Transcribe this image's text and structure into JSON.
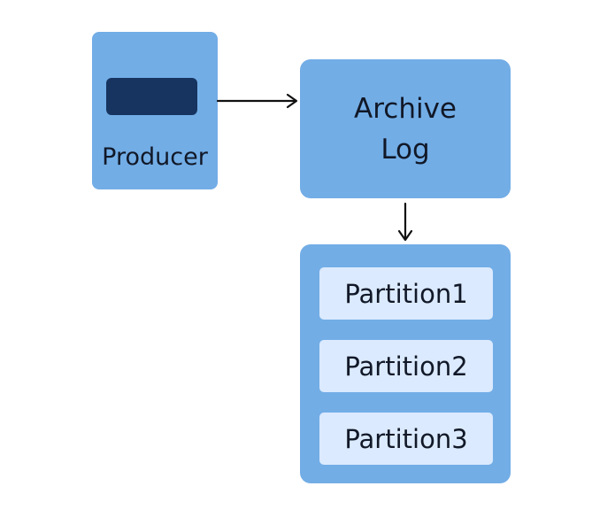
{
  "colors": {
    "node_fill": "#72ade6",
    "partition_fill": "#dbeafe",
    "producer_bar": "#16345f",
    "arrow": "#111111",
    "text": "#111827",
    "background": "#ffffff"
  },
  "producer": {
    "label": "Producer"
  },
  "archive_log": {
    "lines": [
      "Archive",
      "Log"
    ]
  },
  "partitions": [
    {
      "label": "Partition1"
    },
    {
      "label": "Partition2"
    },
    {
      "label": "Partition3"
    }
  ],
  "connections": [
    {
      "from": "producer",
      "to": "archive_log"
    },
    {
      "from": "archive_log",
      "to": "partitions"
    }
  ]
}
